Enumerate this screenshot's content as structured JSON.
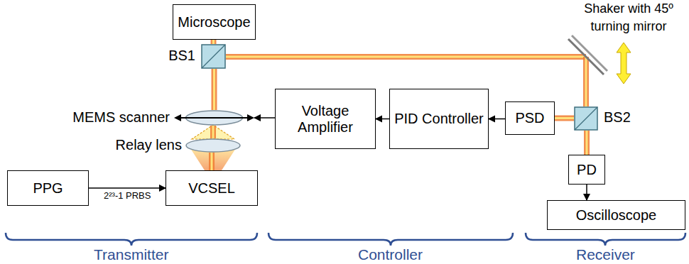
{
  "diagram": {
    "nodes": [
      {
        "text": [
          "Microscope"
        ]
      },
      {
        "text": [
          "Shaker with 45º turning mirror"
        ]
      },
      {
        "text": [
          "BS1"
        ]
      },
      {
        "text": [
          "MEMS scanner"
        ]
      },
      {
        "text": [
          "Relay lens"
        ]
      },
      {
        "text": [
          "PPG"
        ]
      },
      {
        "text": [
          "VCSEL"
        ]
      },
      {
        "text": [
          "Voltage Amplifier"
        ]
      },
      {
        "text": [
          "PID Controller"
        ]
      },
      {
        "text": [
          "PSD"
        ]
      },
      {
        "text": [
          "BS2"
        ]
      },
      {
        "text": [
          "PD"
        ]
      },
      {
        "text": [
          "Oscilloscope"
        ]
      }
    ],
    "edges": [
      {
        "from": 5,
        "to": 6,
        "arrow": "to",
        "label": "2²³-1 PRBS"
      },
      {
        "from": 9,
        "to": 8,
        "arrow": "to"
      },
      {
        "from": 8,
        "to": 7,
        "arrow": "to"
      },
      {
        "from": 7,
        "to": 3,
        "arrow": "to"
      },
      {
        "from": 11,
        "to": 12,
        "arrow": "to"
      },
      {
        "from": 0,
        "to": 2,
        "arrow": "none"
      },
      {
        "from": 2,
        "to": 1,
        "arrow": "none"
      },
      {
        "from": 1,
        "to": 10,
        "arrow": "none"
      },
      {
        "from": 10,
        "to": 9,
        "arrow": "none"
      },
      {
        "from": 10,
        "to": 11,
        "arrow": "none"
      },
      {
        "from": 2,
        "to": 3,
        "arrow": "none"
      },
      {
        "from": 3,
        "to": 4,
        "arrow": "none"
      },
      {
        "from": 4,
        "to": 6,
        "arrow": "none"
      }
    ],
    "labels": [
      "Transmitter",
      "Controller",
      "Receiver"
    ]
  }
}
